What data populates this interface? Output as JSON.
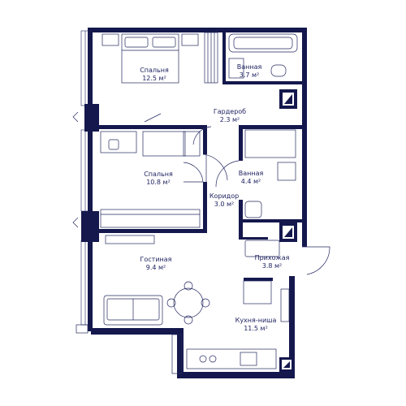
{
  "rooms": [
    {
      "name": "Спальня",
      "area": "12.5 м²"
    },
    {
      "name": "Ванная",
      "area": "3.7 м²"
    },
    {
      "name": "Гардероб",
      "area": "2.3 м²"
    },
    {
      "name": "Спальня",
      "area": "10.8 м²"
    },
    {
      "name": "Ванная",
      "area": "4.4 м²"
    },
    {
      "name": "Коридор",
      "area": "3.0 м²"
    },
    {
      "name": "Гостиная",
      "area": "9.4 м²"
    },
    {
      "name": "Прихожая",
      "area": "3.8 м²"
    },
    {
      "name": "Кухня-ниша",
      "area": "11.5 м²"
    }
  ],
  "colors": {
    "wall": "#14184d",
    "line": "#23285f",
    "text": "#1b1f5e",
    "background": "#ffffff"
  }
}
